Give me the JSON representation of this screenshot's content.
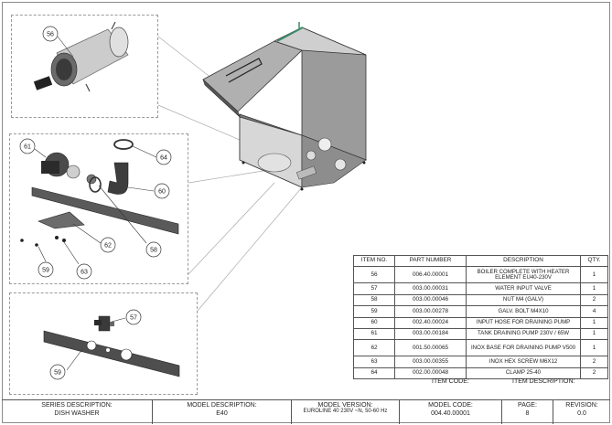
{
  "callouts": {
    "c56a": "56",
    "c61": "61",
    "c64": "64",
    "c60": "60",
    "c58": "58",
    "c62": "62",
    "c59a": "59",
    "c63": "63",
    "c57": "57",
    "c59b": "59"
  },
  "bom": {
    "headers": [
      "ITEM NO.",
      "PART NUMBER",
      "DESCRIPTION",
      "QTY."
    ],
    "rows": [
      {
        "item": "56",
        "part": "006.40.00001",
        "desc": "BOILER COMPLETE WITH HEATER ELEMENT EU40-230V",
        "qty": "1"
      },
      {
        "item": "57",
        "part": "003.00.00031",
        "desc": "WATER INPUT VALVE",
        "qty": "1"
      },
      {
        "item": "58",
        "part": "003.00.00046",
        "desc": "NUT M4 (GALV)",
        "qty": "2"
      },
      {
        "item": "59",
        "part": "003.00.00278",
        "desc": "GALV. BOLT M4X10",
        "qty": "4"
      },
      {
        "item": "60",
        "part": "002.40.00024",
        "desc": "INPUT HOSE FOR DRAINING PUMP",
        "qty": "1"
      },
      {
        "item": "61",
        "part": "003.00.00184",
        "desc": "TANK DRAINING PUMP 230V / 65W",
        "qty": "1"
      },
      {
        "item": "62",
        "part": "001.50.00065",
        "desc": "INOX BASE FOR DRAINING PUMP V500",
        "qty": "1"
      },
      {
        "item": "63",
        "part": "003.00.00355",
        "desc": "INOX HEX SCREW M6X12",
        "qty": "2"
      },
      {
        "item": "64",
        "part": "002.00.00048",
        "desc": "CLAMP 25-40",
        "qty": "2"
      }
    ]
  },
  "codes": {
    "item_code_label": "ITEM CODE:",
    "item_description_label": "ITEM DESCRIPTION:"
  },
  "title_block": {
    "series_label": "SERIES DESCRIPTION:",
    "series_value": "DISH WASHER",
    "model_desc_label": "MODEL DESCRIPTION:",
    "model_desc_value": "E40",
    "model_version_label": "MODEL VERSION:",
    "model_version_value": "EUROLINE 40 230V ~N, 50-60 Hz",
    "model_code_label": "MODEL CODE:",
    "model_code_value": "004.40.00001",
    "page_label": "PAGE:",
    "page_value": "8",
    "revision_label": "REVISION:",
    "revision_value": "0.0"
  }
}
